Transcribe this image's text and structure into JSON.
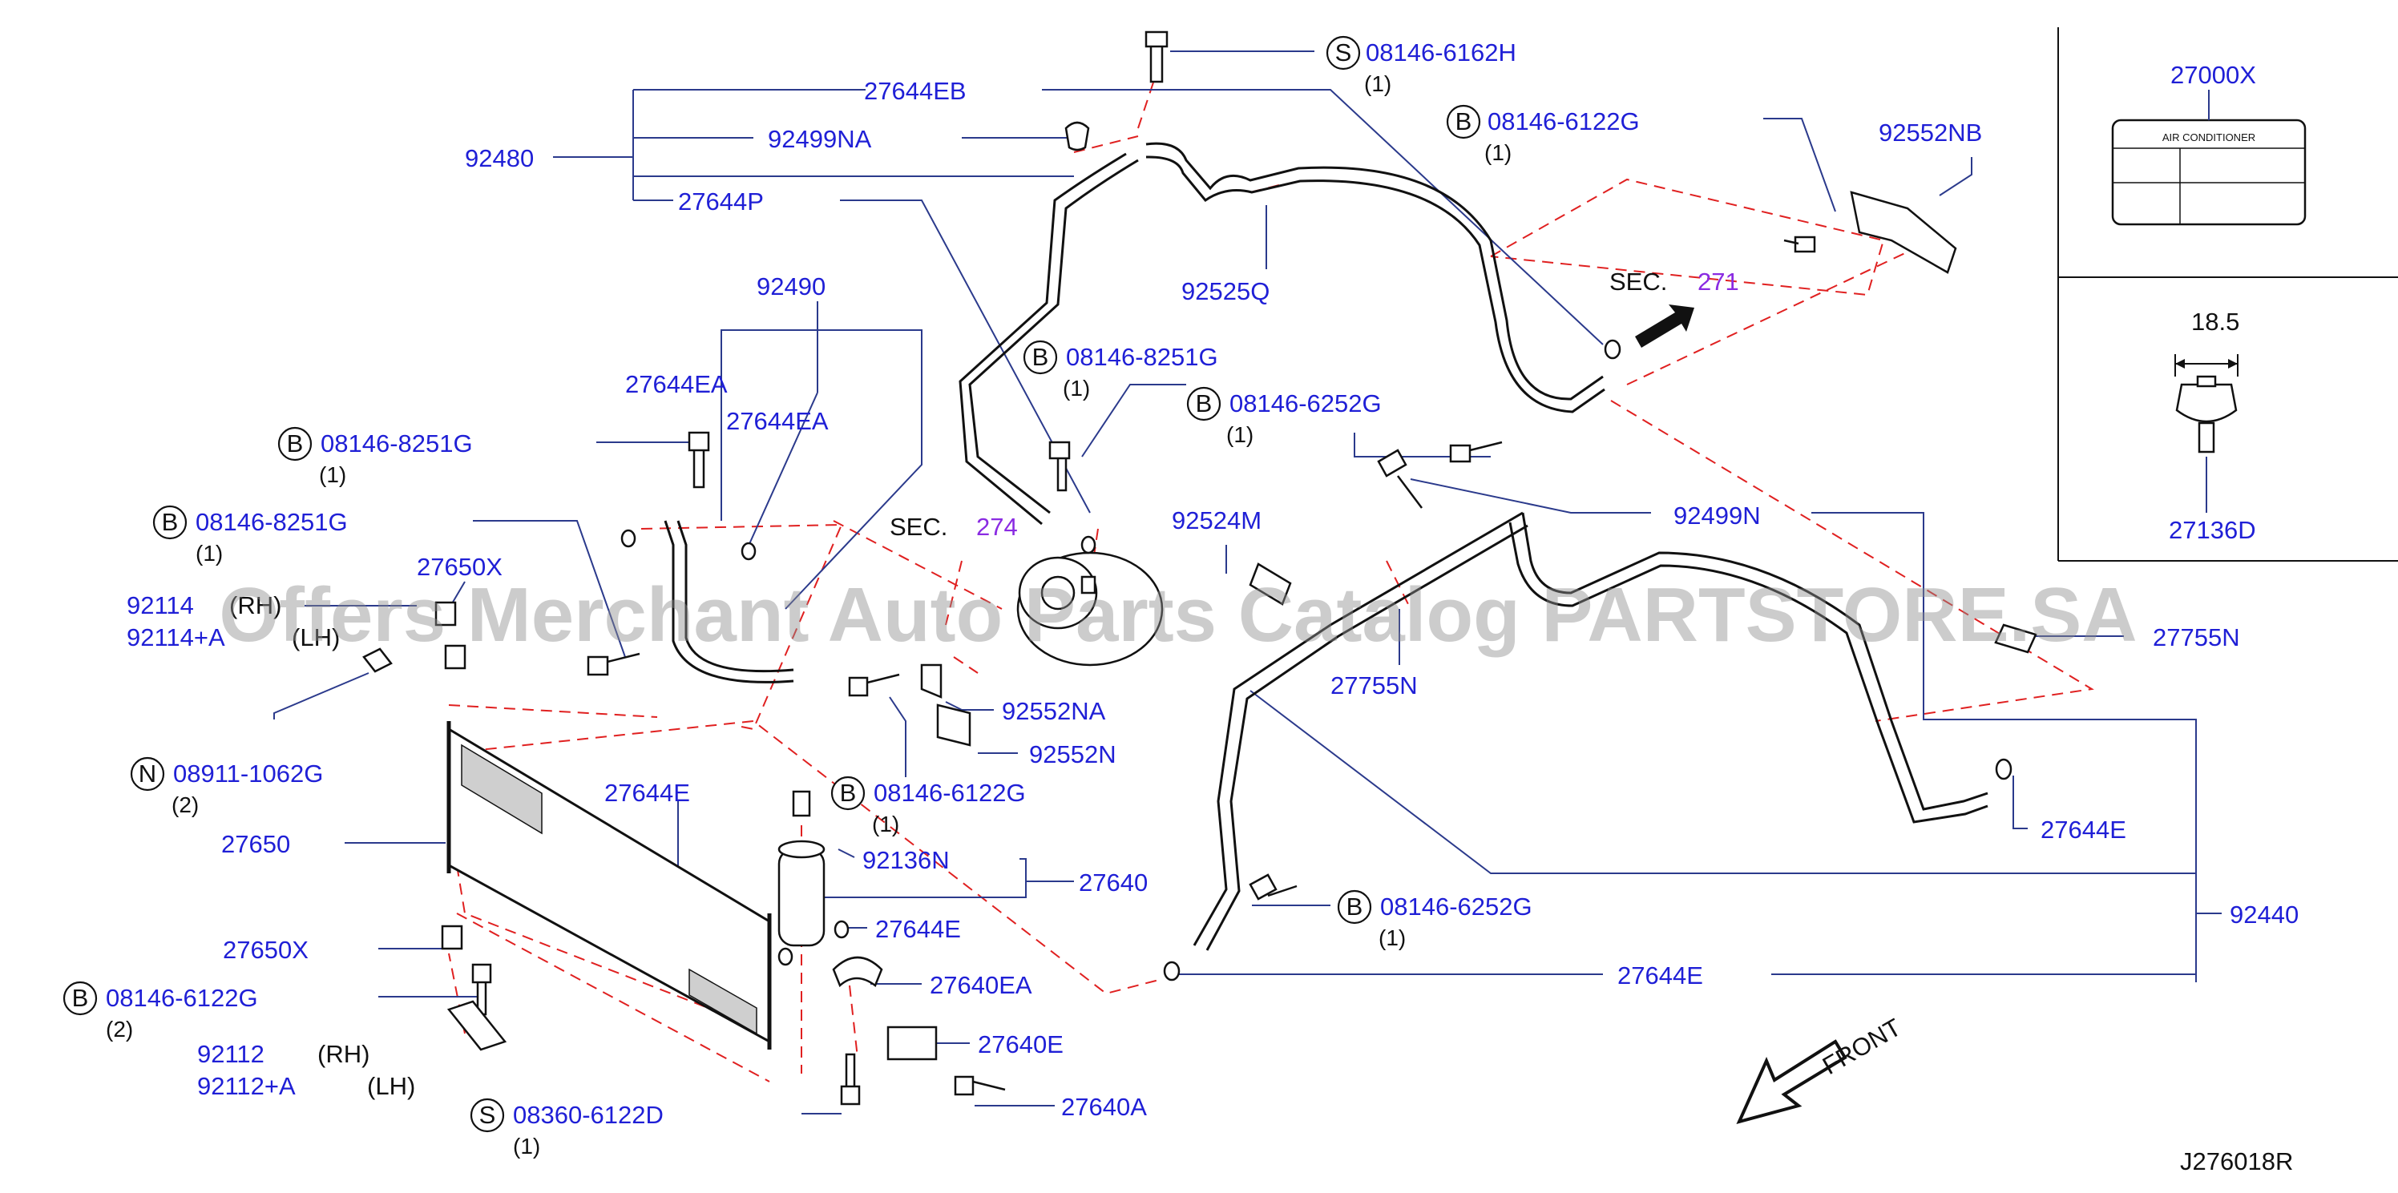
{
  "diagram_code": "J276018R",
  "watermark": "Offers Merchant Auto Parts Catalog PARTSTORE.SA",
  "front_label": "FRONT",
  "dimension": "18.5",
  "air_conditioner_label": "AIR    CONDITIONER",
  "sec_word": "SEC.",
  "sec_271": "271",
  "sec_274": "274",
  "rh": "(RH)",
  "lh": "(LH)",
  "badges": {
    "S": "S",
    "B": "B",
    "N": "N"
  },
  "callouts": {
    "p27644EB": "27644EB",
    "p92499NA": "92499NA",
    "p92480": "92480",
    "p27644P": "27644P",
    "p92525Q": "92525Q",
    "p92490": "92490",
    "p27644EA_1": "27644EA",
    "p27644EA_2": "27644EA",
    "p27650X_top": "27650X",
    "p92114": "92114",
    "p92114A": "92114+A",
    "p27650": "27650",
    "p27650X_bottom": "27650X",
    "p92112": "92112",
    "p92112A": "92112+A",
    "p92524M": "92524M",
    "p27755N_1": "27755N",
    "p27755N_2": "27755N",
    "p92552NA": "92552NA",
    "p92552N": "92552N",
    "p27644E_1": "27644E",
    "p27644E_2": "27644E",
    "p27644E_3": "27644E",
    "p27644E_4": "27644E",
    "p92136N": "92136N",
    "p27640": "27640",
    "p27640EA": "27640EA",
    "p27640E": "27640E",
    "p27640A": "27640A",
    "p92499N": "92499N",
    "p92440": "92440",
    "p92552NB": "92552NB",
    "p27000X": "27000X",
    "p27136D": "27136D"
  },
  "fasteners": {
    "f1": {
      "code": "08146-6162H",
      "qty": "(1)"
    },
    "f2": {
      "code": "08146-6122G",
      "qty": "(1)"
    },
    "f3": {
      "code": "08146-8251G",
      "qty": "(1)"
    },
    "f4": {
      "code": "08146-6252G",
      "qty": "(1)"
    },
    "f5": {
      "code": "08146-8251G",
      "qty": "(1)"
    },
    "f6": {
      "code": "08146-8251G",
      "qty": "(1)"
    },
    "f7": {
      "code": "08911-1062G",
      "qty": "(2)"
    },
    "f8": {
      "code": "08146-6122G",
      "qty": "(1)"
    },
    "f9": {
      "code": "08146-6252G",
      "qty": "(1)"
    },
    "f10": {
      "code": "08146-6122G",
      "qty": "(2)"
    },
    "f11": {
      "code": "08360-6122D",
      "qty": "(1)"
    }
  }
}
